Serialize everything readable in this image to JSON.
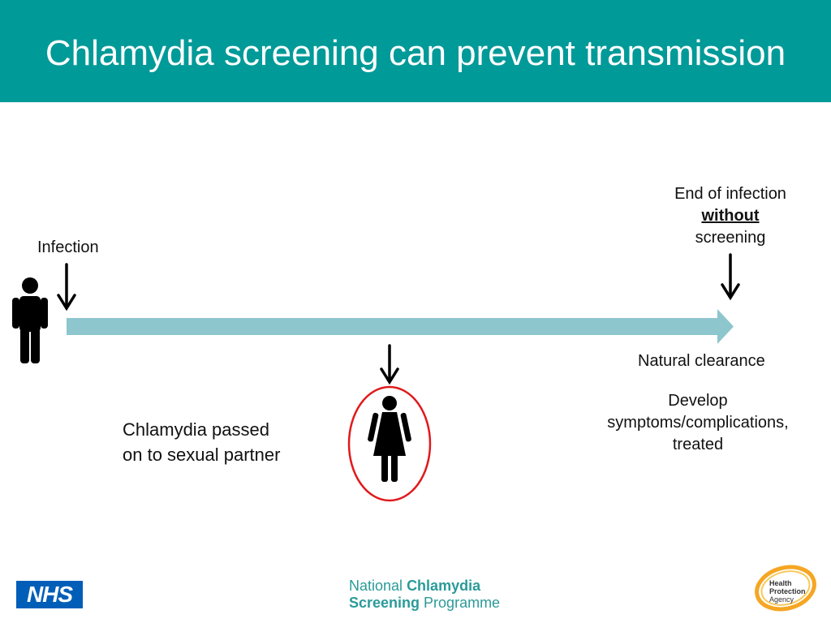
{
  "slide": {
    "title": "Chlamydia screening can prevent transmission",
    "header_color": "#009a98"
  },
  "labels": {
    "infection": "Infection",
    "end_line1": "End of infection",
    "end_line2": "without",
    "end_line3": "screening",
    "natural_clearance": "Natural clearance",
    "develop_line1": "Develop",
    "develop_line2": "symptoms/complications,",
    "develop_line3": "treated",
    "passed_line1": "Chlamydia passed",
    "passed_line2": "on to sexual partner"
  },
  "icons": {
    "man": "man-icon",
    "woman": "woman-icon",
    "timeline": "timeline-arrow",
    "highlight": "red-circle-highlight"
  },
  "colors": {
    "timeline": "#8ec6cd",
    "highlight_ring": "#e0191b",
    "figure": "#000000"
  },
  "logos": {
    "nhs": "NHS",
    "ncsp_line1_a": "National",
    "ncsp_line1_b": "Chlamydia",
    "ncsp_line2_a": "Screening",
    "ncsp_line2_b": "Programme",
    "hpa_line1": "Health",
    "hpa_line2": "Protection",
    "hpa_line3": "Agency"
  }
}
